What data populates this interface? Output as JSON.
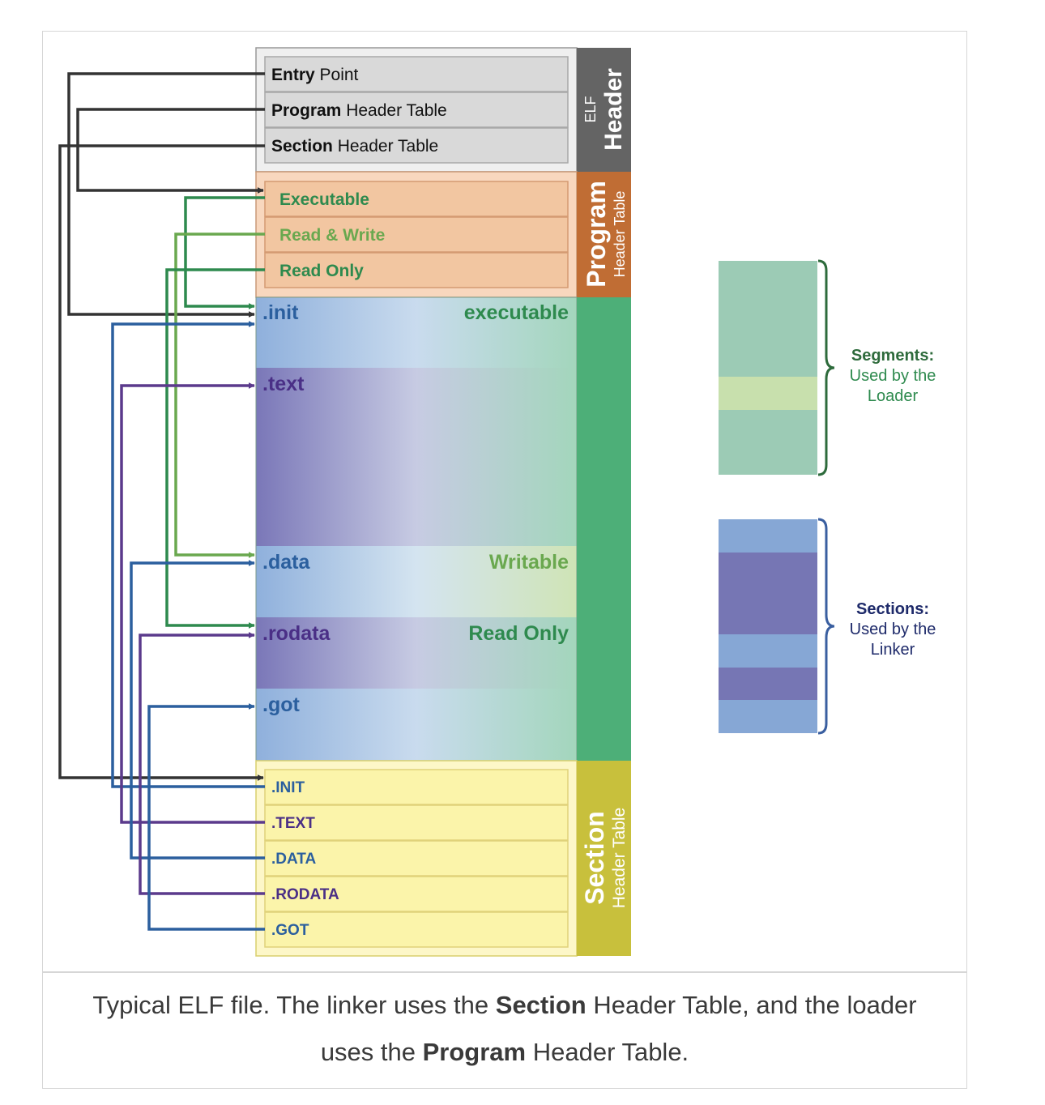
{
  "elf_header": {
    "label_small": "ELF",
    "label_big": "Header",
    "rows": [
      {
        "bold": "Entry",
        "rest": " Point"
      },
      {
        "bold": "Program",
        "rest": " Header Table"
      },
      {
        "bold": "Section",
        "rest": " Header Table"
      }
    ]
  },
  "program_header": {
    "label_big": "Program",
    "label_small": "Header Table",
    "rows": [
      "Executable",
      "Read & Write",
      "Read Only"
    ]
  },
  "sections": {
    "names": [
      ".init",
      ".text",
      ".data",
      ".rodata",
      ".got"
    ],
    "segment_labels": [
      "executable",
      "Writable",
      "Read Only"
    ]
  },
  "section_header": {
    "label_big": "Section",
    "label_small": "Header Table",
    "rows": [
      ".INIT",
      ".TEXT",
      ".DATA",
      ".RODATA",
      ".GOT"
    ]
  },
  "legend": {
    "segments": {
      "title": "Segments:",
      "line1": "Used by the",
      "line2": "Loader"
    },
    "sections": {
      "title": "Sections:",
      "line1": "Used by the",
      "line2": "Linker"
    }
  },
  "caption": {
    "part1": "Typical ELF file. The linker uses the ",
    "bold1": "Section",
    "part2": " Header Table, and the loader uses the ",
    "bold2": "Program",
    "part3": " Header Table."
  },
  "colors": {
    "elf_header_band": "#646464",
    "program_band": "#c06d34",
    "segment_band": "#4daf78",
    "section_band": "#c8c03c",
    "exec_green": "#2e8a4e",
    "write_green": "#6aa84f",
    "blue": "#2b5f9e",
    "purple": "#5b3a8c",
    "dark": "#333333"
  }
}
